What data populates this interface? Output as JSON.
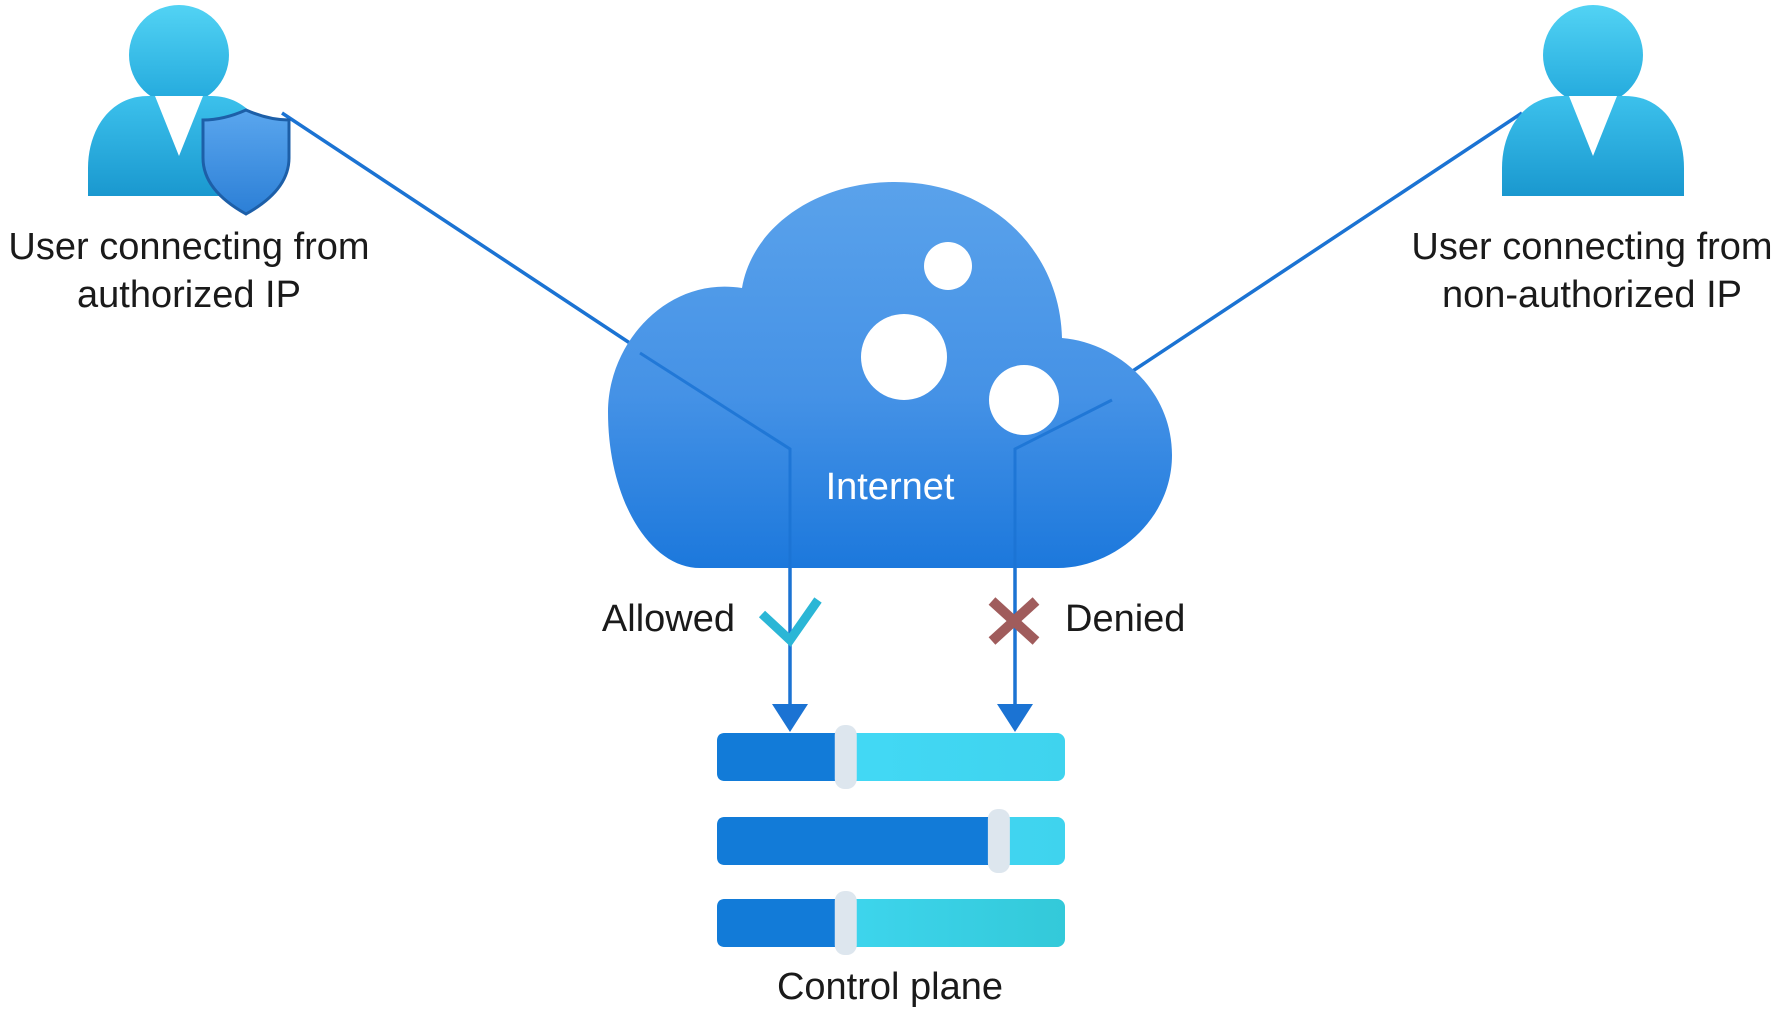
{
  "users": {
    "authorized": {
      "label_line1": "User connecting from",
      "label_line2": "authorized IP",
      "icon": "user-with-shield-icon"
    },
    "non_authorized": {
      "label_line1": "User connecting from",
      "label_line2": "non-authorized IP",
      "icon": "user-icon"
    }
  },
  "internet": {
    "label": "Internet",
    "icon": "cloud-icon"
  },
  "flows": {
    "allowed": {
      "label": "Allowed",
      "icon": "checkmark-icon",
      "color": "#2bb6d6"
    },
    "denied": {
      "label": "Denied",
      "icon": "cross-icon",
      "color": "#a05c5c"
    }
  },
  "control_plane": {
    "label": "Control plane",
    "icon": "sliders-icon",
    "sliders": [
      {
        "level": 0.37
      },
      {
        "level": 0.81
      },
      {
        "level": 0.37
      }
    ]
  },
  "colors": {
    "line_blue": "#1b73d3",
    "user_light": "#44c4ee",
    "user_dark": "#1796c8",
    "cloud_top": "#5aa2eb",
    "cloud_bottom": "#1c78dc",
    "slider_dark": "#127bd8",
    "slider_light": "#44dbf8",
    "slider_knob": "#dde6ee"
  }
}
